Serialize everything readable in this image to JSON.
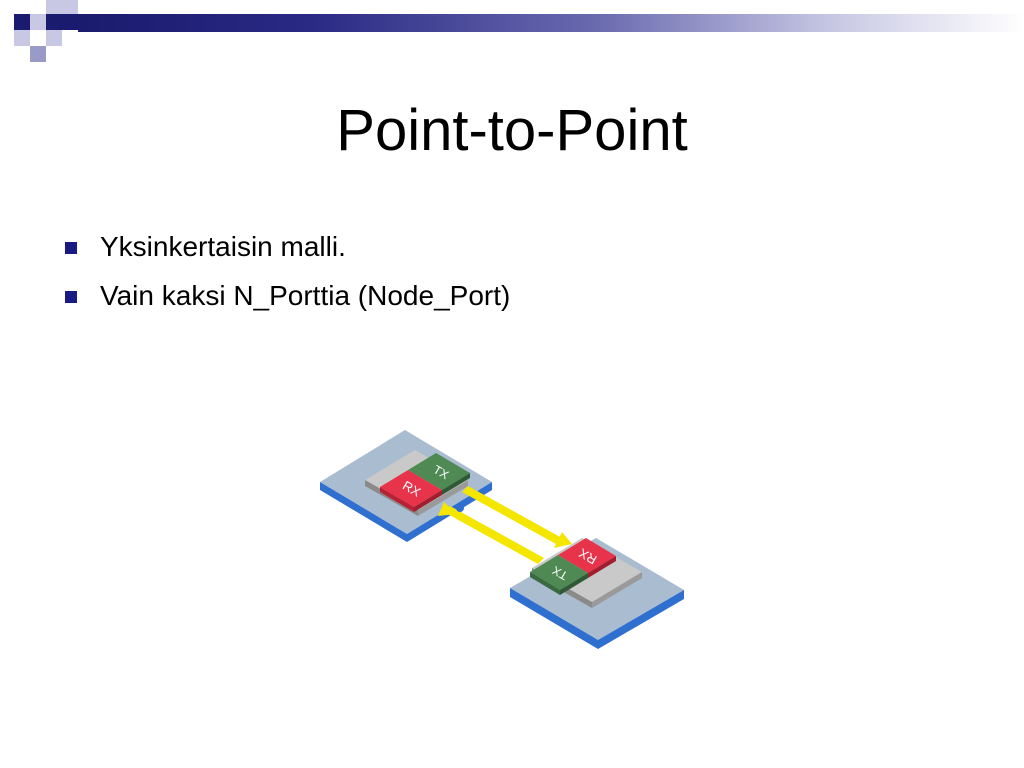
{
  "slide": {
    "title": "Point-to-Point",
    "bullets": [
      "Yksinkertaisin malli.",
      "Vain kaksi N_Porttia (Node_Port)"
    ]
  },
  "diagram": {
    "left_node": {
      "tx_label": "TX",
      "rx_label": "RX"
    },
    "right_node": {
      "tx_label": "TX",
      "rx_label": "RX"
    }
  },
  "colors": {
    "title_bar_dark": "#1a1a6e",
    "bullet": "#1a1a85",
    "tx": "#4f8a55",
    "rx": "#e8344a",
    "link": "#f5e600",
    "node_base": "#a9bcd0"
  }
}
